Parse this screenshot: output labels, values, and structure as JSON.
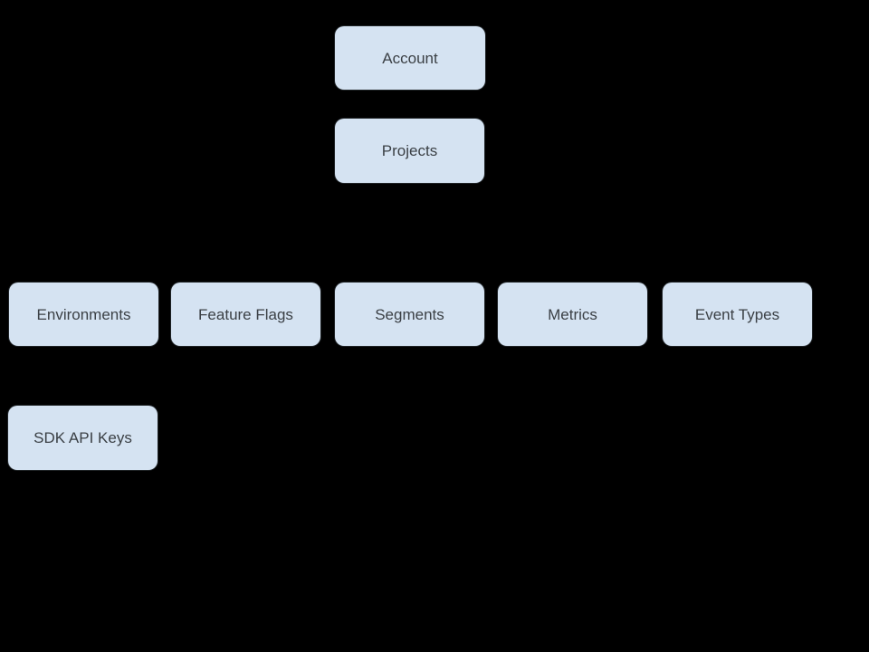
{
  "diagram": {
    "background_color": "#000000",
    "node_fill_color": "#d5e3f2",
    "node_text_color": "#3b4045",
    "nodes": [
      {
        "id": "account",
        "label": "Account"
      },
      {
        "id": "projects",
        "label": "Projects"
      },
      {
        "id": "environments",
        "label": "Environments"
      },
      {
        "id": "feature-flags",
        "label": "Feature Flags"
      },
      {
        "id": "segments",
        "label": "Segments"
      },
      {
        "id": "metrics",
        "label": "Metrics"
      },
      {
        "id": "event-types",
        "label": "Event Types"
      },
      {
        "id": "sdk-api-keys",
        "label": "SDK API Keys"
      }
    ]
  }
}
